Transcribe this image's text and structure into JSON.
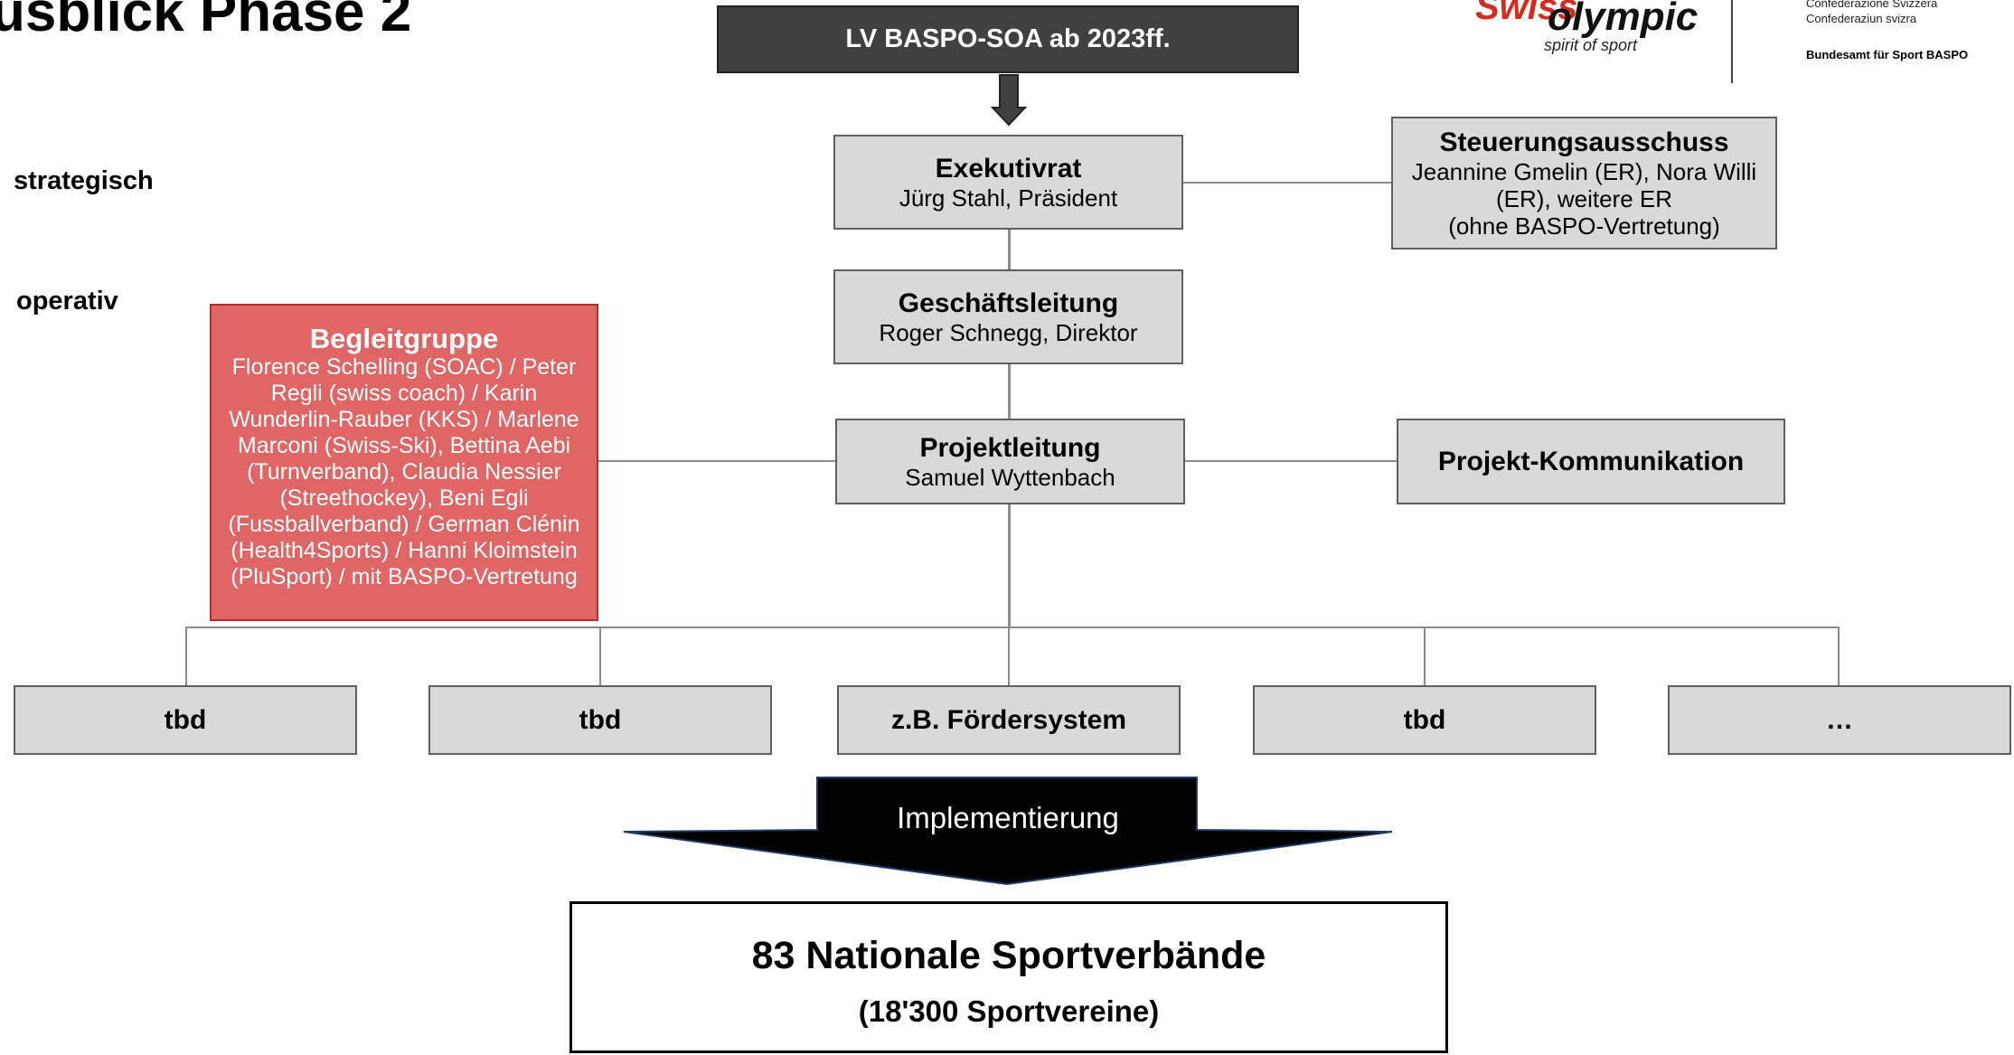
{
  "page_title": "usblick Phase 2",
  "levels": {
    "strategic": "strategisch",
    "operative": "operativ"
  },
  "banner": "LV BASPO-SOA ab 2023ff.",
  "logo": {
    "brand_partial": "Swiss",
    "brand": "olympic",
    "tagline": "spirit of sport",
    "confederation_lines": [
      "Confederazione Svizzera",
      "Confederaziun svizra"
    ],
    "office": "Bundesamt für Sport BASPO"
  },
  "exekutivrat": {
    "title": "Exekutivrat",
    "sub": "Jürg Stahl, Präsident"
  },
  "steuerung": {
    "title": "Steuerungsausschuss",
    "lines": [
      "Jeannine Gmelin (ER), Nora Willi",
      "(ER), weitere ER",
      "(ohne BASPO-Vertretung)"
    ]
  },
  "geschaeftsleitung": {
    "title": "Geschäftsleitung",
    "sub": "Roger Schnegg, Direktor"
  },
  "projektleitung": {
    "title": "Projektleitung",
    "sub": "Samuel Wyttenbach"
  },
  "kommunikation": {
    "title": "Projekt-Kommunikation"
  },
  "begleitgruppe": {
    "title": "Begleitgruppe",
    "lines": [
      "Florence Schelling (SOAC) / Peter",
      "Regli (swiss coach) / Karin",
      "Wunderlin-Rauber (KKS) / Marlene",
      "Marconi (Swiss-Ski),  Bettina Aebi",
      "(Turnverband), Claudia Nessier",
      "(Streethockey),  Beni Egli",
      "(Fussballverband) / German Clénin",
      "(Health4Sports) / Hanni Kloimstein",
      "(PluSport) / mit BASPO-Vertretung"
    ]
  },
  "workstreams": [
    "tbd",
    "tbd",
    "z.B. Fördersystem",
    "tbd",
    "…"
  ],
  "implementation": "Implementierung",
  "result": {
    "title": "83 Nationale Sportverbände",
    "sub": "(18'300 Sportvereine)"
  }
}
